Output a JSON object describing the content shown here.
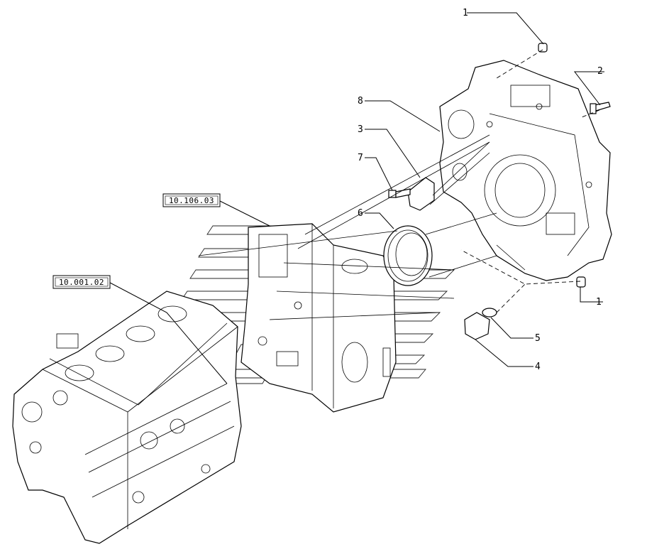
{
  "diagram": {
    "callouts": [
      {
        "id": "c1a",
        "label": "1"
      },
      {
        "id": "c2",
        "label": "2"
      },
      {
        "id": "c8",
        "label": "8"
      },
      {
        "id": "c3",
        "label": "3"
      },
      {
        "id": "c7",
        "label": "7"
      },
      {
        "id": "c6",
        "label": "6"
      },
      {
        "id": "c1b",
        "label": "1"
      },
      {
        "id": "c5",
        "label": "5"
      },
      {
        "id": "c4",
        "label": "4"
      }
    ],
    "references": [
      {
        "id": "ref-top",
        "label": "10.106.03"
      },
      {
        "id": "ref-bottom",
        "label": "10.001.02"
      }
    ]
  }
}
